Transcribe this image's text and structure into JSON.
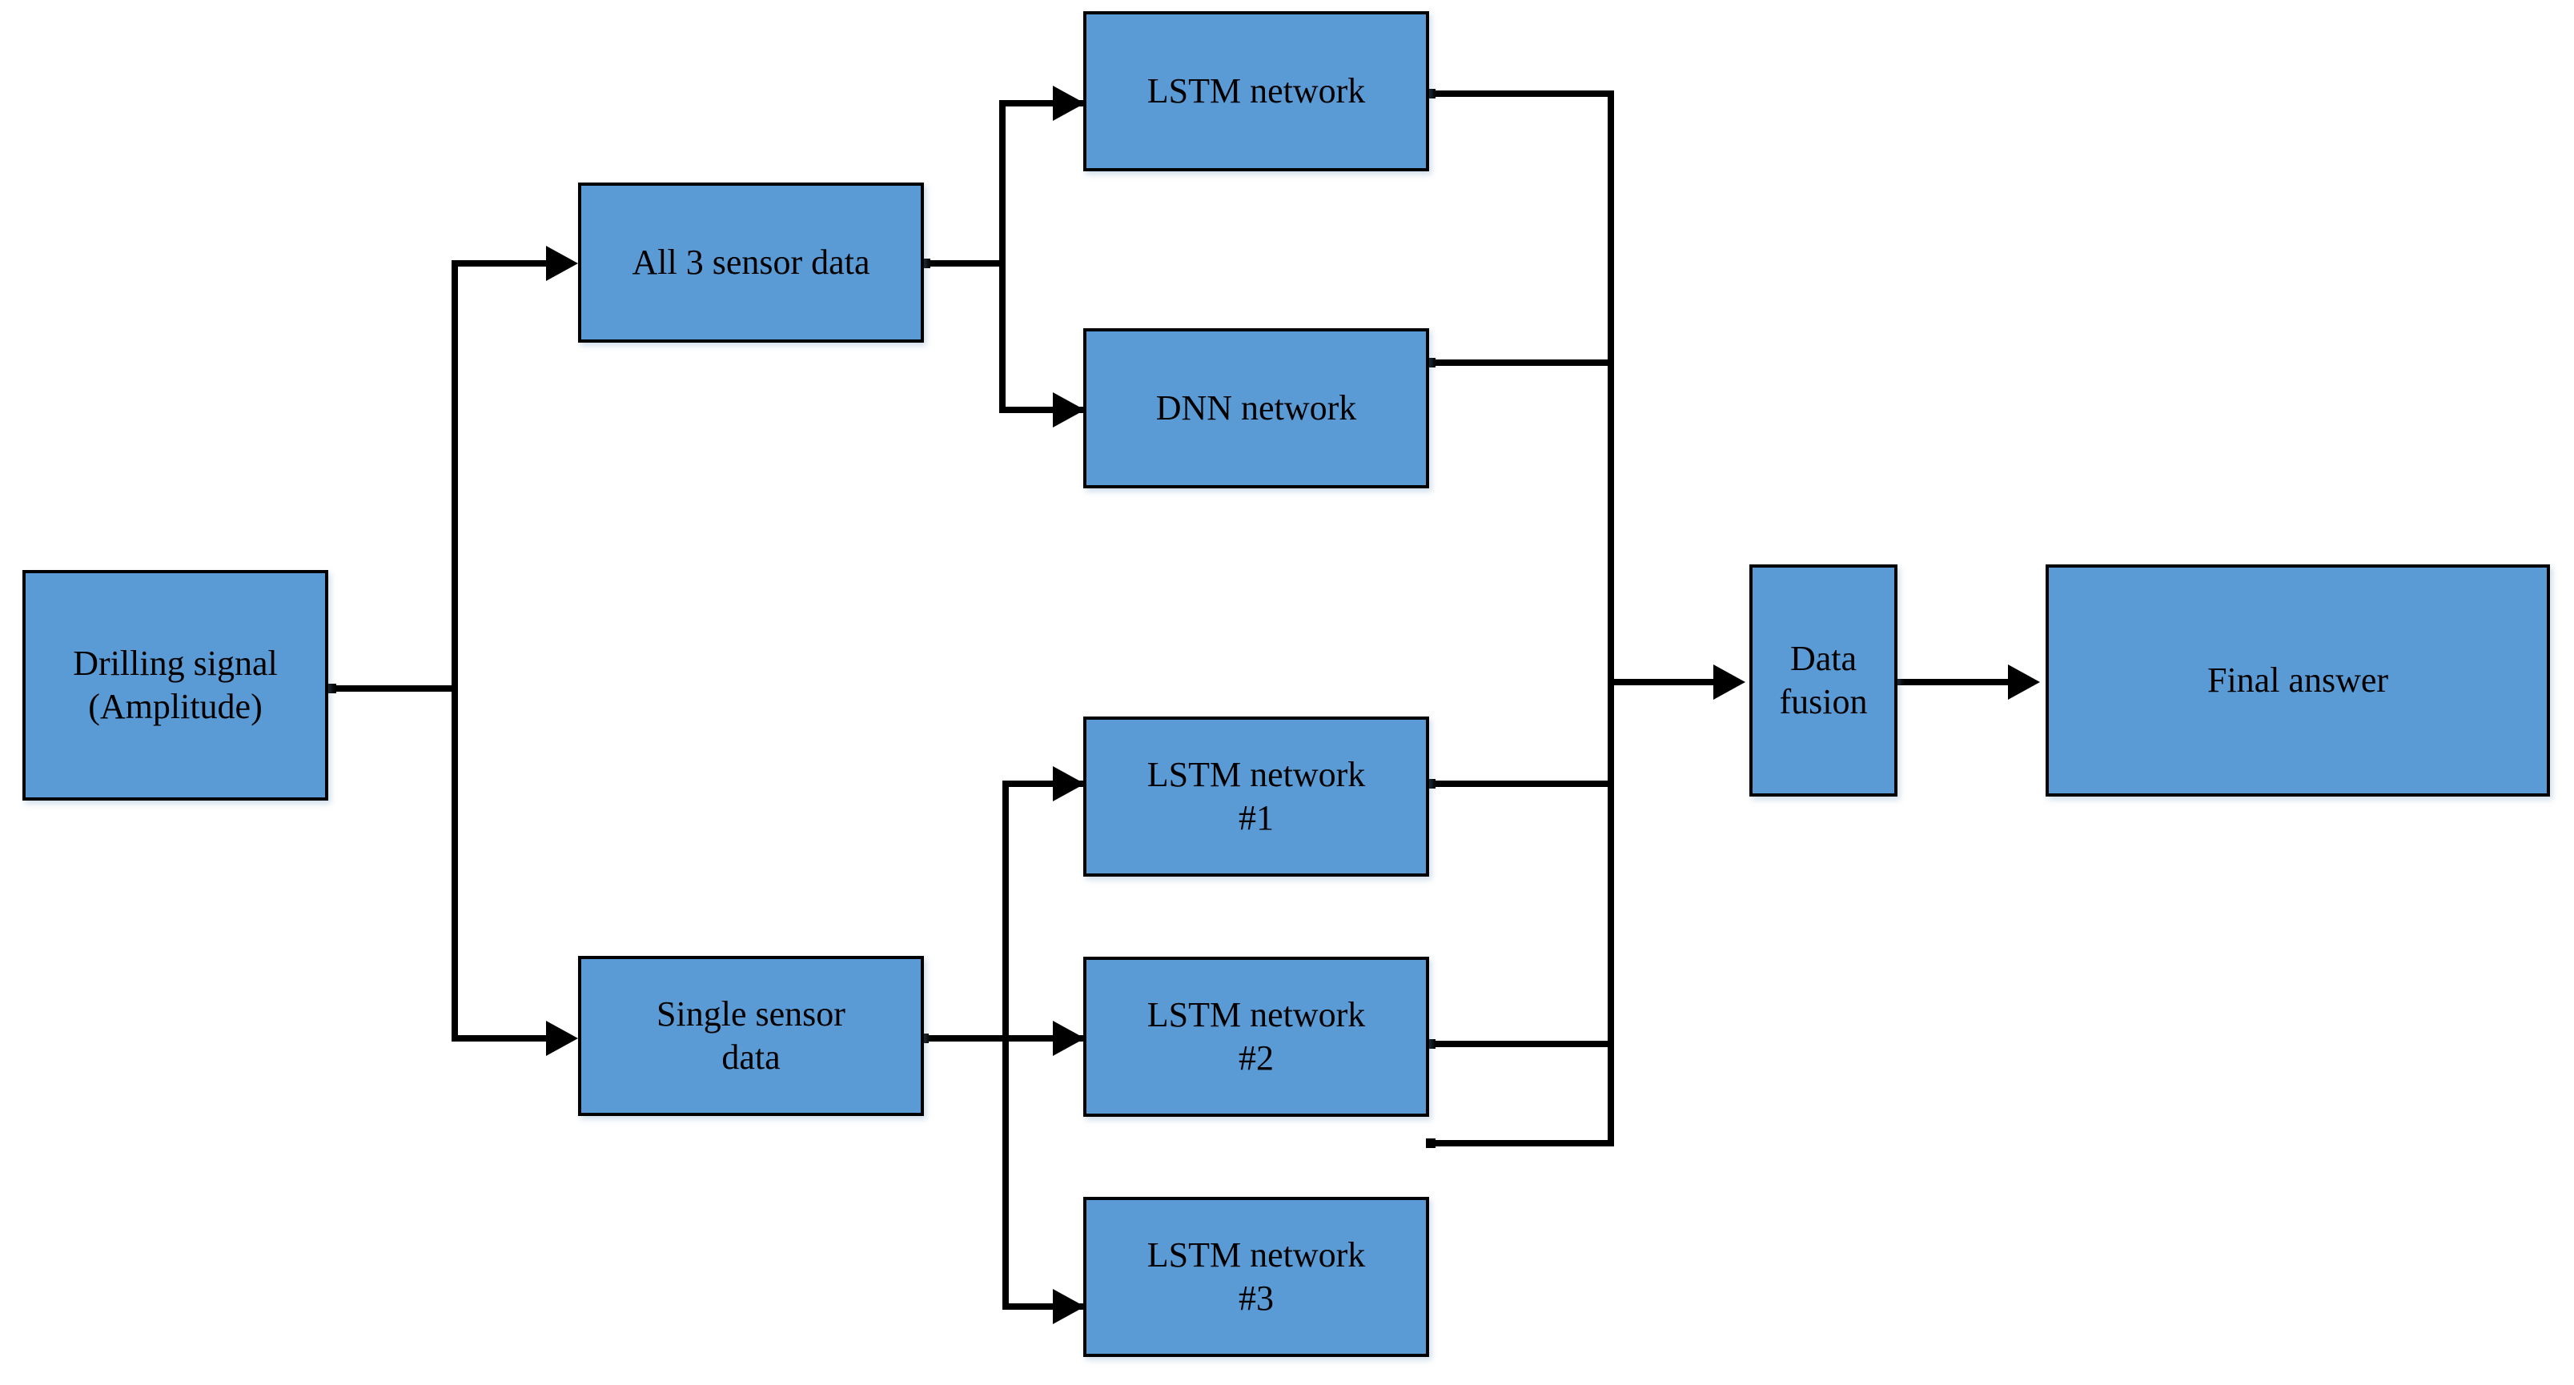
{
  "diagram": {
    "title": "Drilling signal multi-network data fusion flowchart",
    "type": "flowchart",
    "orientation": "left-to-right",
    "palette": {
      "node_fill": "#5B9BD5",
      "node_border": "#000000",
      "edge_color": "#000000",
      "background": "#FFFFFF",
      "text_color": "#000000"
    },
    "nodes": [
      {
        "id": "drilling_signal",
        "label": "Drilling signal\n(Amplitude)"
      },
      {
        "id": "all3_sensor",
        "label": "All 3 sensor data"
      },
      {
        "id": "lstm_top",
        "label": "LSTM network"
      },
      {
        "id": "dnn",
        "label": "DNN network"
      },
      {
        "id": "single_sensor",
        "label": "Single sensor\ndata"
      },
      {
        "id": "lstm1",
        "label": "LSTM network\n#1"
      },
      {
        "id": "lstm2",
        "label": "LSTM network\n#2"
      },
      {
        "id": "lstm3",
        "label": "LSTM network\n#3"
      },
      {
        "id": "data_fusion",
        "label": "Data fusion"
      },
      {
        "id": "final_answer",
        "label": "Final answer"
      }
    ],
    "edges": [
      {
        "from": "drilling_signal",
        "to": "all3_sensor"
      },
      {
        "from": "drilling_signal",
        "to": "single_sensor"
      },
      {
        "from": "all3_sensor",
        "to": "lstm_top"
      },
      {
        "from": "all3_sensor",
        "to": "dnn"
      },
      {
        "from": "single_sensor",
        "to": "lstm1"
      },
      {
        "from": "single_sensor",
        "to": "lstm2"
      },
      {
        "from": "single_sensor",
        "to": "lstm3"
      },
      {
        "from": "lstm_top",
        "to": "data_fusion"
      },
      {
        "from": "dnn",
        "to": "data_fusion"
      },
      {
        "from": "lstm1",
        "to": "data_fusion"
      },
      {
        "from": "lstm2",
        "to": "data_fusion"
      },
      {
        "from": "lstm3",
        "to": "data_fusion"
      },
      {
        "from": "data_fusion",
        "to": "final_answer"
      }
    ]
  }
}
